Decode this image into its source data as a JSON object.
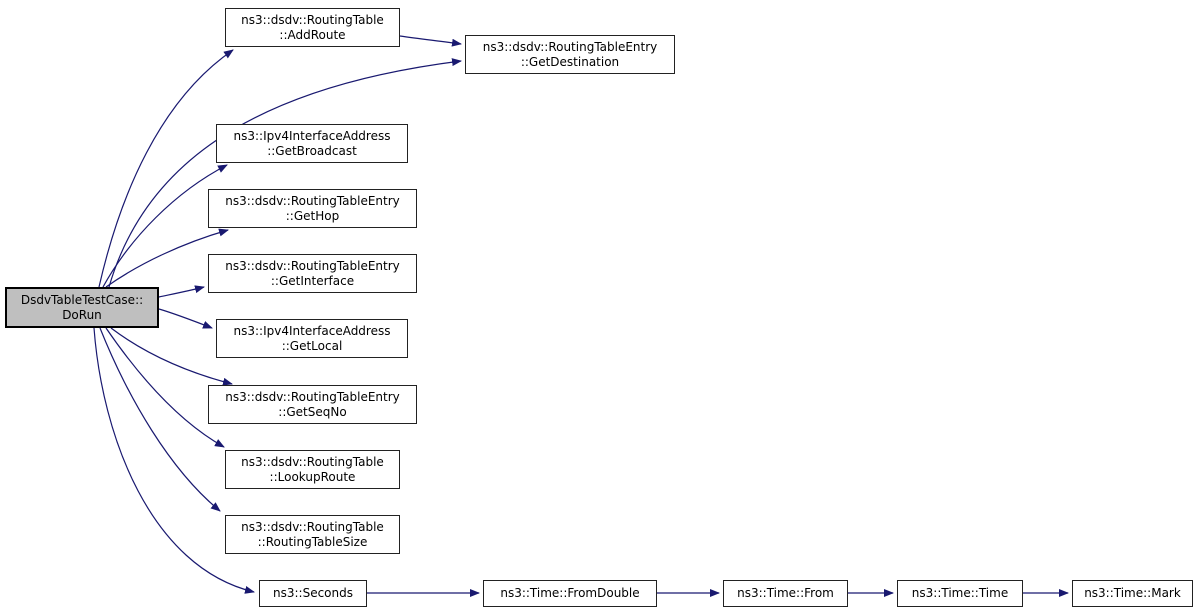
{
  "diagram": {
    "kind": "call-graph",
    "colors": {
      "background": "#ffffff",
      "edge": "#191970",
      "node_fill": "#ffffff",
      "node_border": "#222222",
      "focus_fill": "#bfbfbf"
    },
    "nodes": [
      {
        "id": "dorun",
        "label": "DsdvTableTestCase::\nDoRun",
        "focused": true
      },
      {
        "id": "addroute",
        "label": "ns3::dsdv::RoutingTable\n::AddRoute"
      },
      {
        "id": "getdestination",
        "label": "ns3::dsdv::RoutingTableEntry\n::GetDestination"
      },
      {
        "id": "getbroadcast",
        "label": "ns3::Ipv4InterfaceAddress\n::GetBroadcast"
      },
      {
        "id": "gethop",
        "label": "ns3::dsdv::RoutingTableEntry\n::GetHop"
      },
      {
        "id": "getinterface",
        "label": "ns3::dsdv::RoutingTableEntry\n::GetInterface"
      },
      {
        "id": "getlocal",
        "label": "ns3::Ipv4InterfaceAddress\n::GetLocal"
      },
      {
        "id": "getseqno",
        "label": "ns3::dsdv::RoutingTableEntry\n::GetSeqNo"
      },
      {
        "id": "lookuproute",
        "label": "ns3::dsdv::RoutingTable\n::LookupRoute"
      },
      {
        "id": "routingtablesize",
        "label": "ns3::dsdv::RoutingTable\n::RoutingTableSize"
      },
      {
        "id": "seconds",
        "label": "ns3::Seconds"
      },
      {
        "id": "fromdouble",
        "label": "ns3::Time::FromDouble"
      },
      {
        "id": "from",
        "label": "ns3::Time::From"
      },
      {
        "id": "time",
        "label": "ns3::Time::Time"
      },
      {
        "id": "mark",
        "label": "ns3::Time::Mark"
      }
    ],
    "edges": [
      {
        "from": "dorun",
        "to": "addroute"
      },
      {
        "from": "dorun",
        "to": "getdestination"
      },
      {
        "from": "addroute",
        "to": "getdestination"
      },
      {
        "from": "dorun",
        "to": "getbroadcast"
      },
      {
        "from": "dorun",
        "to": "gethop"
      },
      {
        "from": "dorun",
        "to": "getinterface"
      },
      {
        "from": "dorun",
        "to": "getlocal"
      },
      {
        "from": "dorun",
        "to": "getseqno"
      },
      {
        "from": "dorun",
        "to": "lookuproute"
      },
      {
        "from": "dorun",
        "to": "routingtablesize"
      },
      {
        "from": "dorun",
        "to": "seconds"
      },
      {
        "from": "seconds",
        "to": "fromdouble"
      },
      {
        "from": "fromdouble",
        "to": "from"
      },
      {
        "from": "from",
        "to": "time"
      },
      {
        "from": "time",
        "to": "mark"
      }
    ]
  }
}
